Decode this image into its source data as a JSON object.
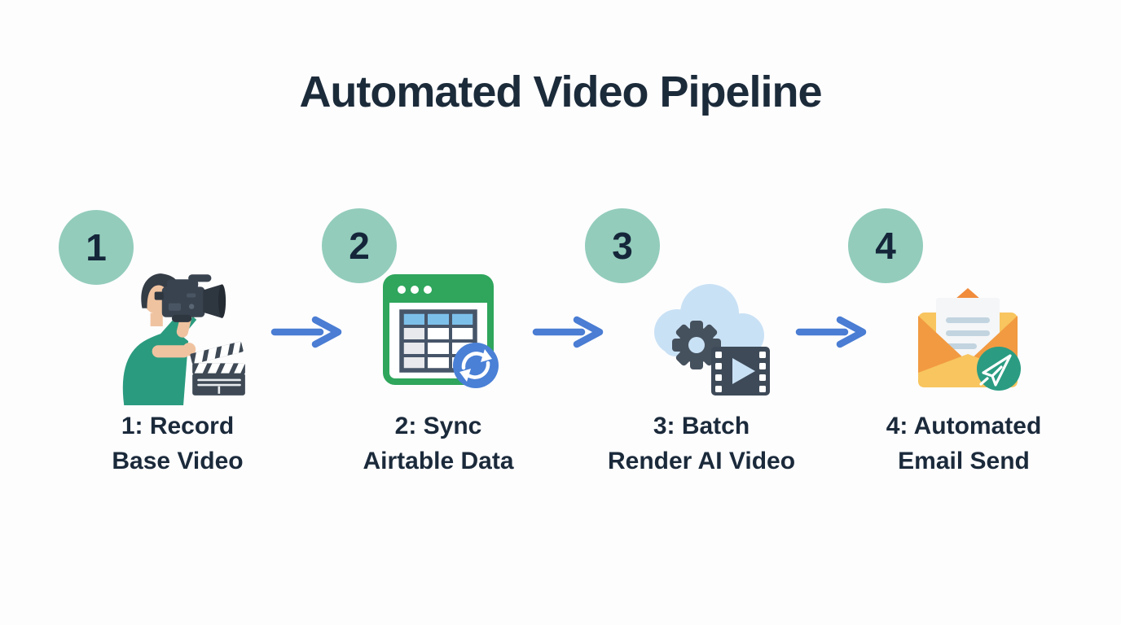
{
  "title": "Automated Video Pipeline",
  "colors": {
    "background": "#fdfdfe",
    "title_text": "#1c2b3a",
    "step_circle_fill": "#93ccbb",
    "step_number_text": "#15263a",
    "arrow_blue": "#4a7dd3",
    "label_text": "#1b2a3b",
    "sync_badge_blue": "#4a80d6",
    "window_green": "#2fa65c",
    "cloud_blue": "#c9e1f5",
    "slate_dark": "#3e4a58",
    "envelope_yellow": "#f8c55f",
    "envelope_orange": "#f08c3c",
    "send_badge_teal": "#2b9c82",
    "shirt_teal": "#2b9b7f"
  },
  "steps": [
    {
      "number": "1",
      "label_line1": "1: Record",
      "label_line2": "Base Video",
      "icon": "videographer-clapperboard-icon"
    },
    {
      "number": "2",
      "label_line1": "2: Sync",
      "label_line2": "Airtable Data",
      "icon": "spreadsheet-sync-icon"
    },
    {
      "number": "3",
      "label_line1": "3: Batch",
      "label_line2": "Render AI Video",
      "icon": "cloud-gear-film-icon"
    },
    {
      "number": "4",
      "label_line1": "4: Automated",
      "label_line2": "Email Send",
      "icon": "envelope-send-icon"
    }
  ],
  "arrows": [
    "arrow-right-icon",
    "arrow-right-icon",
    "arrow-right-icon"
  ]
}
